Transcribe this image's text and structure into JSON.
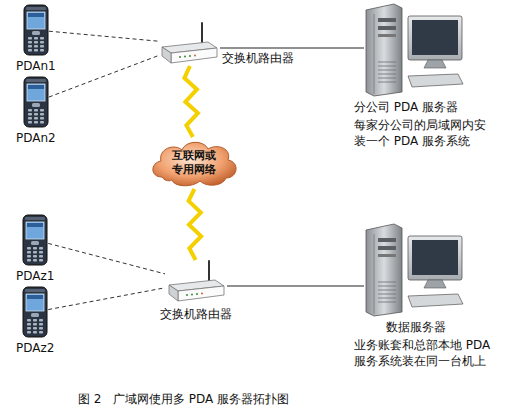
{
  "diagram": {
    "caption": "图 2   广域网使用多 PDA 服务器拓扑图",
    "nodes": [
      {
        "text": [
          "PDAn1"
        ]
      },
      {
        "text": [
          "PDAn2"
        ]
      },
      {
        "text": [
          "交换机路由器"
        ]
      },
      {
        "text": [
          "分公司 PDA 服务器",
          "每家分公司的局域网内安 装一个 PDA 服务系统"
        ]
      },
      {
        "text": [
          "互联网或 专用网络"
        ]
      },
      {
        "text": [
          "PDAz1"
        ]
      },
      {
        "text": [
          "PDAz2"
        ]
      },
      {
        "text": [
          "交换机路由器"
        ]
      },
      {
        "text": [
          "数据服务器",
          "业务账套和总部本地 PDA 服务系统装在同一台机上"
        ]
      }
    ],
    "edges": [
      {
        "from": 0,
        "to": 2,
        "arrow": "none"
      },
      {
        "from": 1,
        "to": 2,
        "arrow": "none"
      },
      {
        "from": 2,
        "to": 3,
        "arrow": "none"
      },
      {
        "from": 2,
        "to": 4,
        "arrow": "none"
      },
      {
        "from": 4,
        "to": 7,
        "arrow": "none"
      },
      {
        "from": 5,
        "to": 7,
        "arrow": "none"
      },
      {
        "from": 6,
        "to": 7,
        "arrow": "none"
      },
      {
        "from": 7,
        "to": 8,
        "arrow": "none"
      }
    ]
  }
}
